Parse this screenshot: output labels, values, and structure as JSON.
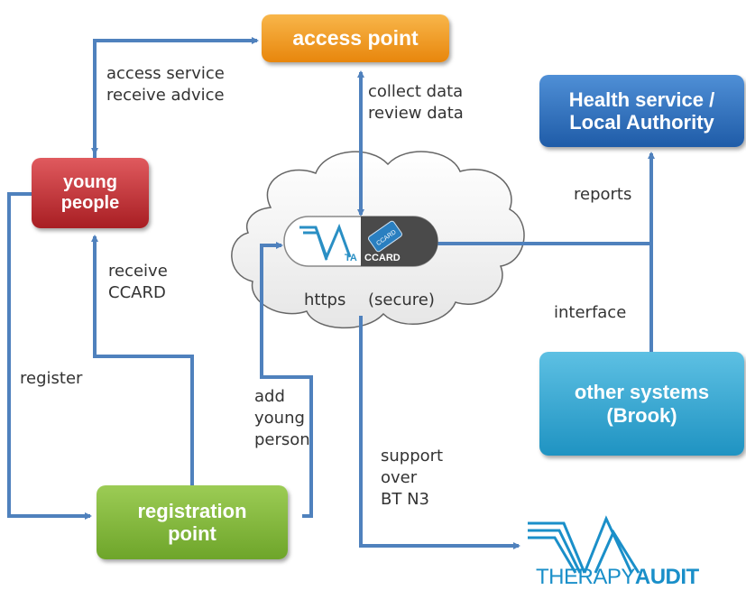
{
  "nodes": {
    "access_point": "access point",
    "young_people": "young\npeople",
    "registration_point": "registration\npoint",
    "health_service": "Health service /\nLocal Authority",
    "other_systems": "other systems\n(Brook)"
  },
  "edge_labels": {
    "access_service": "access service\nreceive advice",
    "collect_data": "collect data\nreview data",
    "reports": "reports",
    "receive_ccard": "receive\nCCARD",
    "https": "https",
    "secure": "(secure)",
    "interface": "interface",
    "register": "register",
    "add_young_person": "add\nyoung\nperson",
    "support": "support\nover\nBT N3"
  },
  "cloud": {
    "logo_left": "TA",
    "logo_right": "CCARD",
    "badge": "CCARD"
  },
  "logo": {
    "therapy": "THERAPY",
    "audit": "AUDIT"
  },
  "colors": {
    "line": "#4f81bd",
    "access_point": "#f39a1c",
    "young_people": "#c0272d",
    "registration_point": "#7fb436",
    "health_service": "#2e6db5",
    "other_systems": "#2ba3cf",
    "logo": "#1a8fc9"
  }
}
